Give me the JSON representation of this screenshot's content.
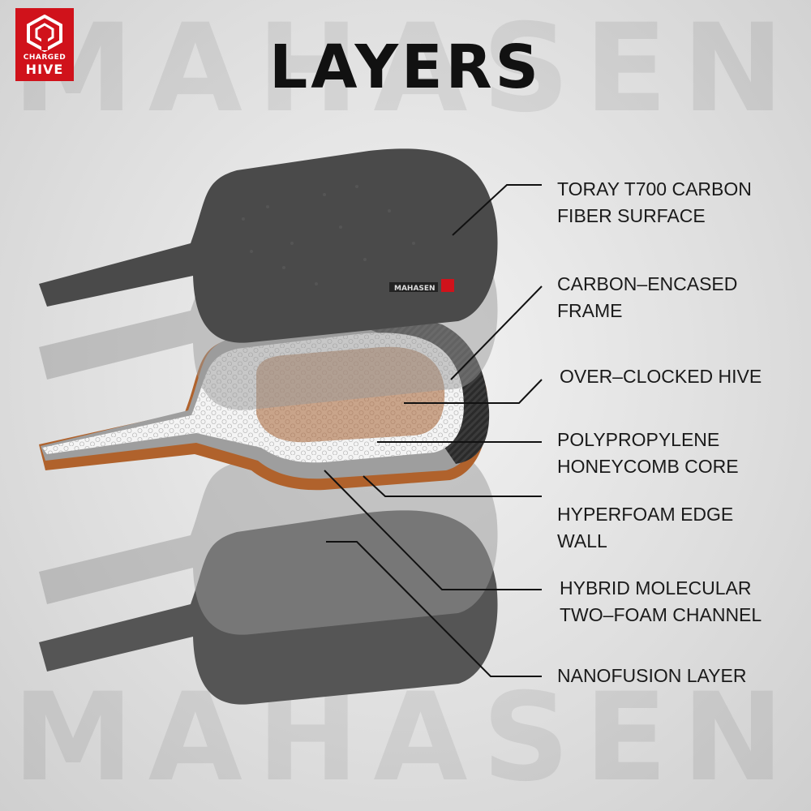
{
  "watermark": "MAHASEN",
  "logo": {
    "line1": "CHARGED",
    "line2": "HIVE"
  },
  "title": "LAYERS",
  "paddle_brand": "MAHASEN",
  "colors": {
    "accent": "#d0121b",
    "copper_edge": "#b0622c",
    "core_fill": "#c9a48a",
    "carbon": "#4a4a4a"
  },
  "labels": [
    {
      "id": "toray",
      "lines": [
        "TORAY T700 CARBON",
        "FIBER SURFACE"
      ]
    },
    {
      "id": "frame",
      "lines": [
        "CARBON–ENCASED",
        "FRAME"
      ]
    },
    {
      "id": "hive",
      "lines": [
        "OVER–CLOCKED HIVE"
      ]
    },
    {
      "id": "core",
      "lines": [
        "POLYPROPYLENE",
        "HONEYCOMB CORE"
      ]
    },
    {
      "id": "edge",
      "lines": [
        "HYPERFOAM EDGE",
        "WALL"
      ]
    },
    {
      "id": "channel",
      "lines": [
        "HYBRID MOLECULAR",
        "TWO–FOAM CHANNEL"
      ]
    },
    {
      "id": "nano",
      "lines": [
        "NANOFUSION LAYER"
      ]
    }
  ]
}
